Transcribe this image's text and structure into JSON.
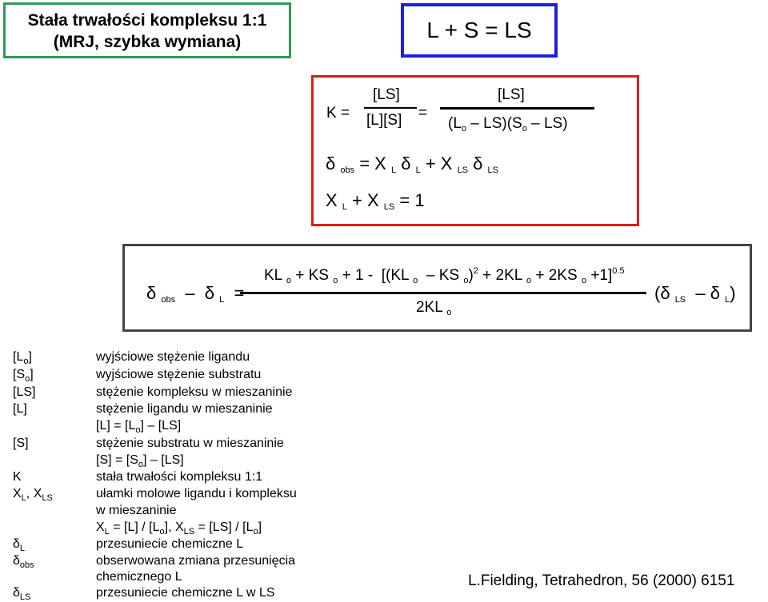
{
  "title": {
    "line1": "Stała trwałości kompleksu 1:1",
    "line2": "(MRJ, szybka wymiana)"
  },
  "equilibrium": "L + S = LS",
  "k_equation": {
    "lhs": "K =",
    "num1": "[LS]",
    "den1": "[L][S]",
    "eq": "=",
    "num2": "[LS]"
  },
  "symbols": {
    "delta": "δ",
    "obs": "obs",
    "L": "L",
    "LS": "LS",
    "o": "o",
    "X": "X",
    "S": "S"
  },
  "definitions": [
    {
      "label": "[Lo]",
      "text": "wyjściowe stężenie ligandu"
    },
    {
      "label": "[So]",
      "text": "wyjściowe stężenie substratu"
    },
    {
      "label": "[LS]",
      "text": "stężenie kompleksu w mieszaninie"
    },
    {
      "label": "[L]",
      "text": "stężenie ligandu w mieszaninie"
    },
    {
      "label": "",
      "text": "[L] = [Lo] – [LS]"
    },
    {
      "label": "[S]",
      "text": "stężenie substratu w mieszaninie"
    },
    {
      "label": "",
      "text": "[S] = [So] – [LS]"
    },
    {
      "label": "K",
      "text": "stała trwałości kompleksu 1:1"
    },
    {
      "label": "XL, XLS",
      "text": "ułamki molowe ligandu i kompleksu"
    },
    {
      "label": "",
      "text": "w mieszaninie"
    },
    {
      "label": "",
      "text": "XL = [L] / [Lo], XLS = [LS] / [Lo]"
    },
    {
      "label": "δL",
      "text": "przesuniecie chemiczne L"
    },
    {
      "label": "δobs",
      "text": "obserwowana zmiana przesunięcia"
    },
    {
      "label": "",
      "text": "chemicznego L"
    },
    {
      "label": "δLS",
      "text": "przesuniecie chemiczne L w LS"
    }
  ],
  "reference": "L.Fielding, Tetrahedron, 56 (2000) 6151"
}
